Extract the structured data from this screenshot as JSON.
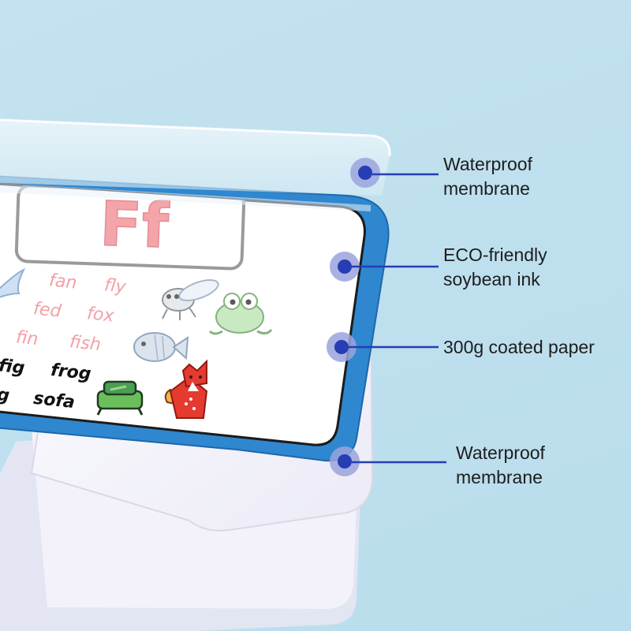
{
  "product": {
    "card_heading": "Ff",
    "words": [
      "fan",
      "fly",
      "fed",
      "fox",
      "fin",
      "fish",
      "fig",
      "frog",
      "g",
      "sofa"
    ],
    "illustrations": [
      "fly-illustration",
      "frog-illustration",
      "fish-illustration",
      "sofa-illustration",
      "fox-illustration",
      "wing-illustration"
    ]
  },
  "callouts": [
    {
      "line1": "Waterproof",
      "line2": "membrane"
    },
    {
      "line1": "ECO-friendly",
      "line2": "soybean ink"
    },
    {
      "line1": "300g coated paper",
      "line2": ""
    },
    {
      "line1": "Waterproof",
      "line2": "membrane"
    }
  ],
  "colors": {
    "background": "#c0e0ee",
    "card_border": "#2f87cf",
    "letter": "#f0a3a8",
    "marker": "#2a3fb0",
    "marker_halo": "#8f98d8",
    "leader_line": "#2a3fb0",
    "label_text": "#1d1d1d"
  }
}
